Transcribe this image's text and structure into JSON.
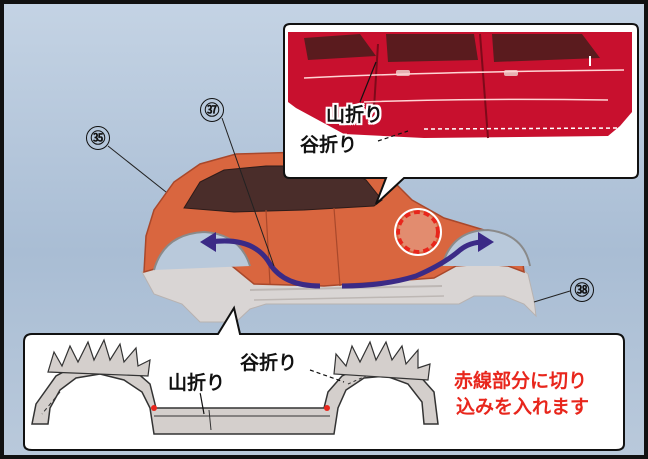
{
  "callouts": {
    "part_35": "㉟",
    "part_37": "㊲",
    "part_38": "㊳"
  },
  "top_inset": {
    "mountain_fold": "山折り",
    "valley_fold": "谷折り"
  },
  "bottom_inset": {
    "mountain_fold": "山折り",
    "valley_fold": "谷折り",
    "note_line1": "赤線部分に切り",
    "note_line2": "込みを入れます"
  },
  "colors": {
    "background": "#b3c5d9",
    "car_body": "#d9663f",
    "arrow": "#3b2a86",
    "note_red": "#e8261c",
    "inset_car": "#c8102e"
  }
}
